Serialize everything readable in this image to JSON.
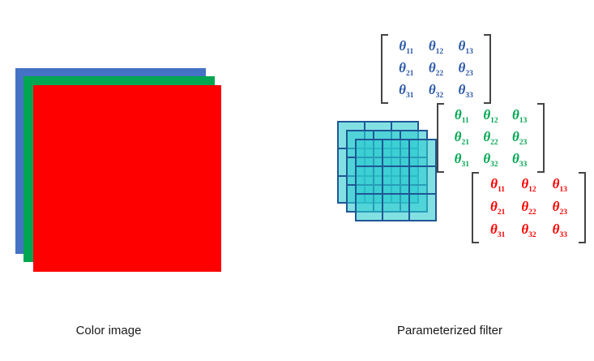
{
  "left_panel": {
    "label": "Color image",
    "layers": [
      {
        "name": "blue-channel",
        "color": "#4472C4"
      },
      {
        "name": "green-channel",
        "color": "#00A651"
      },
      {
        "name": "red-channel",
        "color": "#FF0000"
      }
    ]
  },
  "right_panel": {
    "label": "Parameterized filter",
    "symbol": "θ",
    "filter_grid": {
      "depth": 3,
      "rows": 3,
      "cols": 3,
      "fill_color": "#5BDADD",
      "line_color": "#1F5795"
    },
    "matrices": [
      {
        "name": "blue-theta-matrix",
        "color": "#2B57A8",
        "subscripts": [
          "11",
          "12",
          "13",
          "21",
          "22",
          "23",
          "31",
          "32",
          "33"
        ]
      },
      {
        "name": "green-theta-matrix",
        "color": "#00A651",
        "subscripts": [
          "11",
          "12",
          "13",
          "21",
          "22",
          "23",
          "31",
          "32",
          "33"
        ]
      },
      {
        "name": "red-theta-matrix",
        "color": "#FF0000",
        "subscripts": [
          "11",
          "12",
          "13",
          "21",
          "22",
          "23",
          "31",
          "32",
          "33"
        ]
      }
    ]
  }
}
